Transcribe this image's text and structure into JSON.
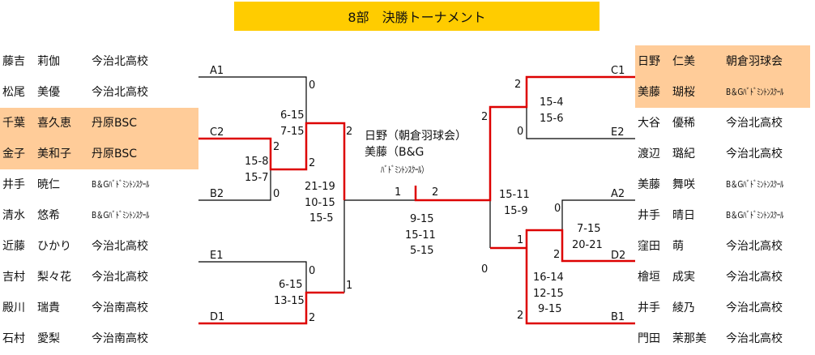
{
  "title": "8部　決勝トーナメント",
  "left_players": [
    {
      "surname": "藤吉",
      "given": "莉伽",
      "club": "今治北高校"
    },
    {
      "surname": "松尾",
      "given": "美優",
      "club": "今治北高校"
    },
    {
      "surname": "千葉",
      "given": "喜久恵",
      "club": "丹原BSC",
      "highlight": true
    },
    {
      "surname": "金子",
      "given": "美和子",
      "club": "丹原BSC",
      "highlight": true
    },
    {
      "surname": "井手",
      "given": "暁仁",
      "club": "B＆Gﾊﾞﾄﾞﾐﾝﾄﾝｽｸｰﾙ"
    },
    {
      "surname": "清水",
      "given": "悠希",
      "club": "B＆Gﾊﾞﾄﾞﾐﾝﾄﾝｽｸｰﾙ"
    },
    {
      "surname": "近藤",
      "given": "ひかり",
      "club": "今治北高校"
    },
    {
      "surname": "吉村",
      "given": "梨々花",
      "club": "今治北高校"
    },
    {
      "surname": "殿川",
      "given": "瑞貴",
      "club": "今治南高校"
    },
    {
      "surname": "石村",
      "given": "愛梨",
      "club": "今治南高校"
    }
  ],
  "right_players": [
    {
      "surname": "日野",
      "given": "仁美",
      "club": "朝倉羽球会",
      "highlight": true
    },
    {
      "surname": "美藤",
      "given": "瑚桜",
      "club": "B＆Gﾊﾞﾄﾞﾐﾝﾄﾝｽｸｰﾙ",
      "highlight": true
    },
    {
      "surname": "大谷",
      "given": "優稀",
      "club": "今治北高校"
    },
    {
      "surname": "渡辺",
      "given": "璐紀",
      "club": "今治北高校"
    },
    {
      "surname": "美藤",
      "given": "舞咲",
      "club": "B＆Gﾊﾞﾄﾞﾐﾝﾄﾝｽｸｰﾙ"
    },
    {
      "surname": "井手",
      "given": "晴日",
      "club": "B＆Gﾊﾞﾄﾞﾐﾝﾄﾝｽｸｰﾙ"
    },
    {
      "surname": "窪田",
      "given": "萌",
      "club": "今治北高校"
    },
    {
      "surname": "檜垣",
      "given": "成実",
      "club": "今治北高校"
    },
    {
      "surname": "井手",
      "given": "綾乃",
      "club": "今治北高校"
    },
    {
      "surname": "門田",
      "given": "茉那美",
      "club": "今治北高校"
    }
  ],
  "seeds": [
    "A1",
    "C2",
    "B2",
    "E1",
    "D1",
    "C1",
    "E2",
    "A2",
    "D2",
    "B1"
  ],
  "scores": [
    [
      "6-15",
      "7-15"
    ],
    [
      "15-8",
      "15-7"
    ],
    [
      "21-19",
      "10-15",
      "15-5"
    ],
    [
      "9-15",
      "15-11",
      "5-15"
    ],
    [
      "6-15",
      "13-15"
    ],
    [
      "15-4",
      "15-6"
    ],
    [
      "15-11",
      "15-9"
    ],
    [
      "7-15",
      "20-21"
    ],
    [
      "16-14",
      "12-15",
      "9-15"
    ]
  ],
  "games_won": [
    "0",
    "2",
    "2",
    "0",
    "2",
    "1",
    "2",
    "0",
    "2",
    "1",
    "2",
    "0",
    "2",
    "0",
    "0",
    "1",
    "2",
    "2"
  ],
  "champion": [
    "日野（朝倉羽球会）",
    "美藤（B&G",
    "ﾊﾞﾄﾞﾐﾝﾄﾝｽｸｰﾙ）"
  ],
  "colors": {
    "title_bg": "#FFCC00",
    "highlight": "#FFCC99",
    "win_line": "#DD0000",
    "line": "#000000"
  }
}
